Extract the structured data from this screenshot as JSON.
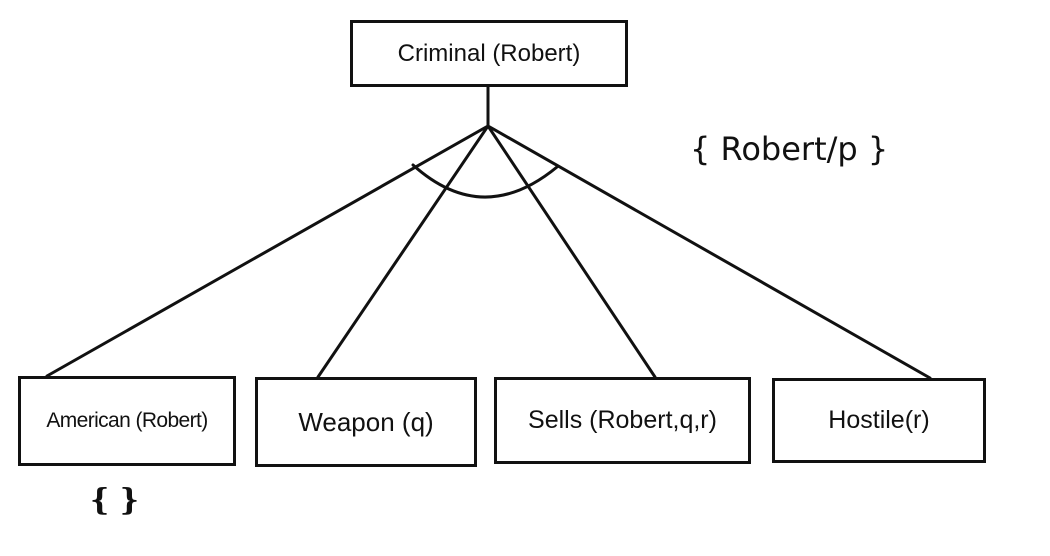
{
  "diagram": {
    "root": {
      "label": "Criminal (Robert)",
      "substitution": "{ Robert/p }"
    },
    "children": [
      {
        "id": "american",
        "label": "American (Robert)",
        "substitution": "{ }"
      },
      {
        "id": "weapon",
        "label": "Weapon (q)"
      },
      {
        "id": "sells",
        "label": "Sells (Robert,q,r)"
      },
      {
        "id": "hostile",
        "label": "Hostile(r)"
      }
    ],
    "and_arc": true,
    "colors": {
      "stroke": "#111111",
      "background": "#ffffff"
    }
  }
}
